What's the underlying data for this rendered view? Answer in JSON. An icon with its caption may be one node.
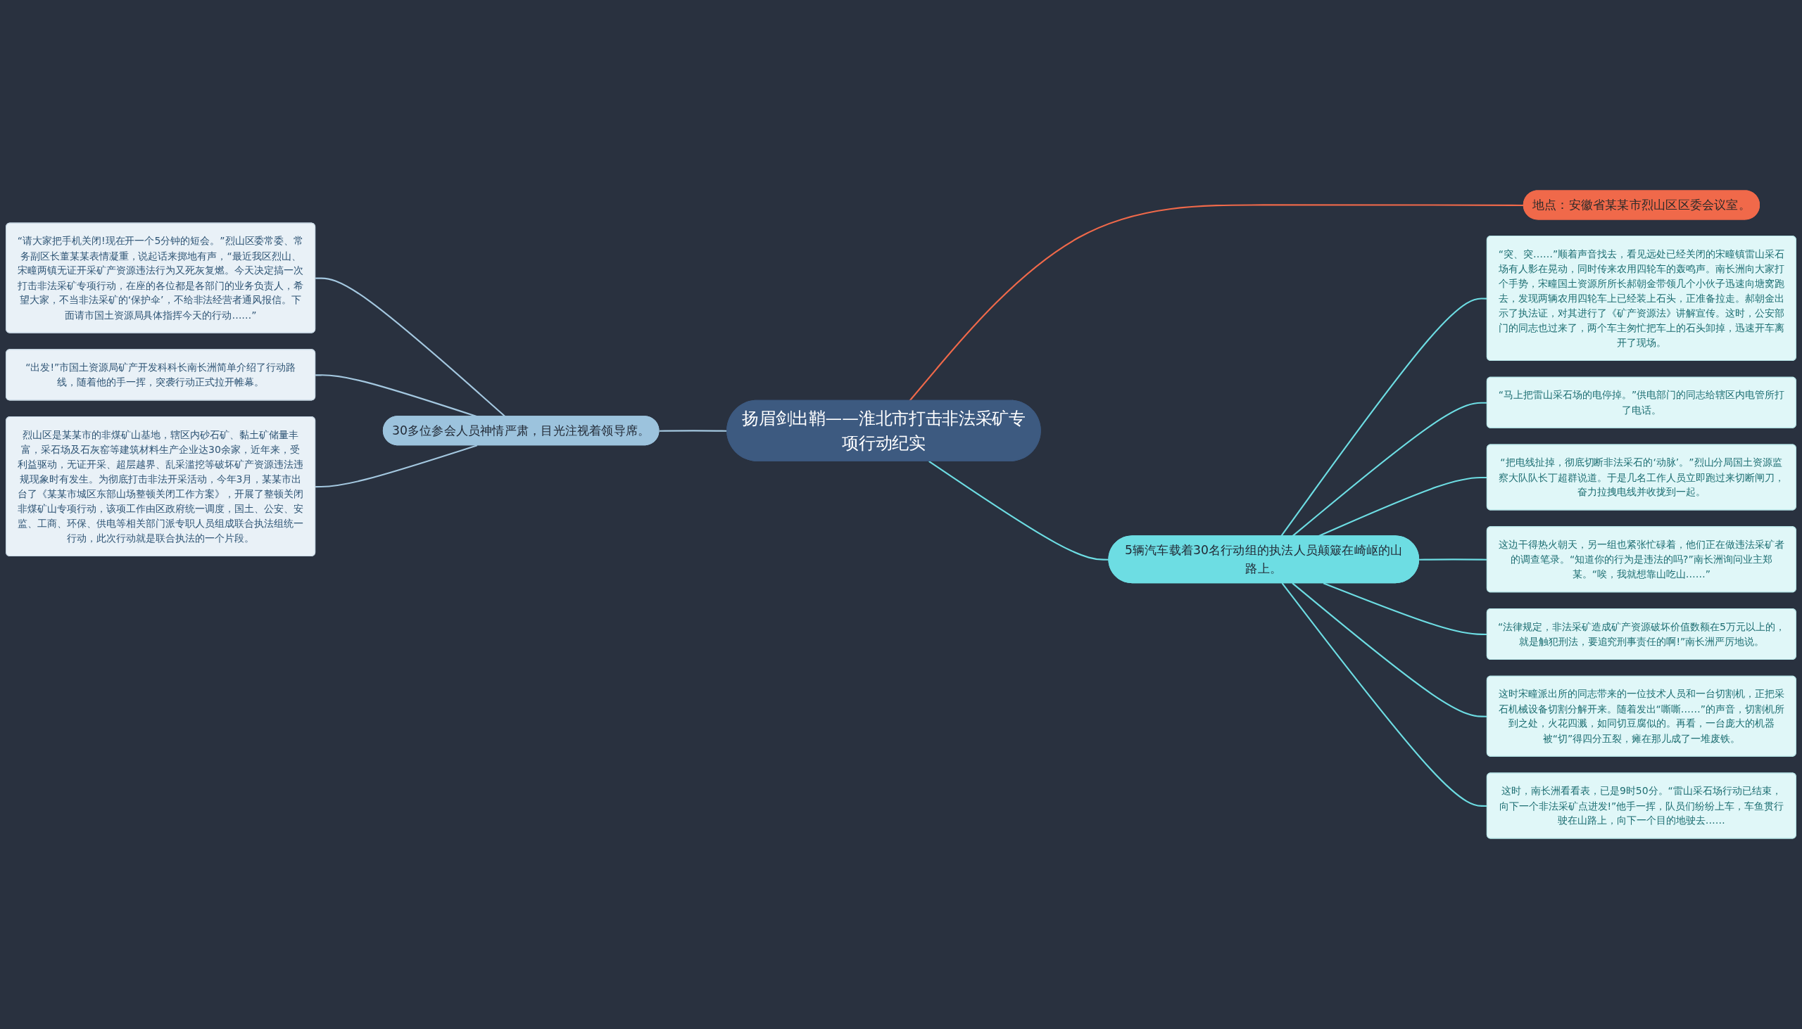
{
  "diagram": {
    "nodes": [
      {
        "text": [
          "扬眉剑出鞘——淮北市打击非法采矿专项行动纪实"
        ]
      },
      {
        "text": [
          "30多位参会人员神情严肃，目光注视着领导席。"
        ]
      },
      {
        "text": [
          "“请大家把手机关闭!现在开一个5分钟的短会。”烈山区委常委、常务副区长董某某表情凝重，说起话来掷地有声，“最近我区烈山、宋疃两镇无证开采矿产资源违法行为又死灰复燃。今天决定搞一次打击非法采矿专项行动，在座的各位都是各部门的业务负责人，希望大家，不当非法采矿的‘保护伞’，不给非法经营者通风报信。下面请市国土资源局具体指挥今天的行动……”"
        ]
      },
      {
        "text": [
          "“出发!”市国土资源局矿产开发科科长南长洲简单介绍了行动路线，随着他的手一挥，突袭行动正式拉开帷幕。"
        ]
      },
      {
        "text": [
          "烈山区是某某市的非煤矿山基地，辖区内砂石矿、黏土矿储量丰富，采石场及石灰窑等建筑材料生产企业达30余家，近年来，受利益驱动，无证开采、超层越界、乱采滥挖等破坏矿产资源违法违规现象时有发生。为彻底打击非法开采活动，今年3月，某某市出台了《某某市城区东部山场整顿关闭工作方案》，开展了整顿关闭非煤矿山专项行动，该项工作由区政府统一调度，国土、公安、安监、工商、环保、供电等相关部门派专职人员组成联合执法组统一行动，此次行动就是联合执法的一个片段。"
        ]
      },
      {
        "text": [
          "地点：安徽省某某市烈山区区委会议室。"
        ]
      },
      {
        "text": [
          "5辆汽车载着30名行动组的执法人员颠簸在崎岖的山路上。"
        ]
      },
      {
        "text": [
          "“突、突……”顺着声音找去，看见远处已经关闭的宋疃镇雷山采石场有人影在晃动，同时传来农用四轮车的轰鸣声。南长洲向大家打个手势，宋疃国土资源所所长郝朝金带领几个小伙子迅速向塘窝跑去，发现两辆农用四轮车上已经装上石头，正准备拉走。郝朝金出示了执法证，对其进行了《矿产资源法》讲解宣传。这时，公安部门的同志也过来了，两个车主匆忙把车上的石头卸掉，迅速开车离开了现场。"
        ]
      },
      {
        "text": [
          "“马上把雷山采石场的电停掉。”供电部门的同志给辖区内电管所打了电话。"
        ]
      },
      {
        "text": [
          "“把电线扯掉，彻底切断非法采石的‘动脉’。”烈山分局国土资源监察大队队长丁超群说道。于是几名工作人员立即跑过来切断闸刀，奋力拉拽电线并收拢到一起。"
        ]
      },
      {
        "text": [
          "这边干得热火朝天，另一组也紧张忙碌着，他们正在做违法采矿者的调查笔录。“知道你的行为是违法的吗?”南长洲询问业主郑某。“唉，我就想靠山吃山……”"
        ]
      },
      {
        "text": [
          "“法律规定，非法采矿造成矿产资源破坏价值数额在5万元以上的，就是触犯刑法，要追究刑事责任的啊!”南长洲严厉地说。"
        ]
      },
      {
        "text": [
          "这时宋疃派出所的同志带来的一位技术人员和一台切割机，正把采石机械设备切割分解开来。随着发出“嘶嘶……”的声音，切割机所到之处，火花四溅，如同切豆腐似的。再看，一台庞大的机器被“切”得四分五裂，瘫在那儿成了一堆废铁。"
        ]
      },
      {
        "text": [
          "这时，南长洲看看表，已是9时50分。“雷山采石场行动已结束，向下一个非法采矿点进发!”他手一挥，队员们纷纷上车，车鱼贯行驶在山路上，向下一个目的地驶去……"
        ]
      }
    ],
    "edges": [
      {
        "from": 2,
        "to": 1,
        "arrow": "none",
        "color": "#a4c8e0"
      },
      {
        "from": 3,
        "to": 1,
        "arrow": "none",
        "color": "#a4c8e0"
      },
      {
        "from": 4,
        "to": 1,
        "arrow": "none",
        "color": "#a4c8e0"
      },
      {
        "from": 1,
        "to": 0,
        "arrow": "none",
        "color": "#a4c8e0"
      },
      {
        "from": 0,
        "to": 5,
        "arrow": "none",
        "color": "#f0694a"
      },
      {
        "from": 0,
        "to": 6,
        "arrow": "none"
      },
      {
        "from": 6,
        "to": 7,
        "arrow": "none"
      },
      {
        "from": 6,
        "to": 8,
        "arrow": "none"
      },
      {
        "from": 6,
        "to": 9,
        "arrow": "none"
      },
      {
        "from": 6,
        "to": 10,
        "arrow": "none"
      },
      {
        "from": 6,
        "to": 11,
        "arrow": "none"
      },
      {
        "from": 6,
        "to": 12,
        "arrow": "none"
      },
      {
        "from": 6,
        "to": 13,
        "arrow": "none"
      }
    ]
  }
}
